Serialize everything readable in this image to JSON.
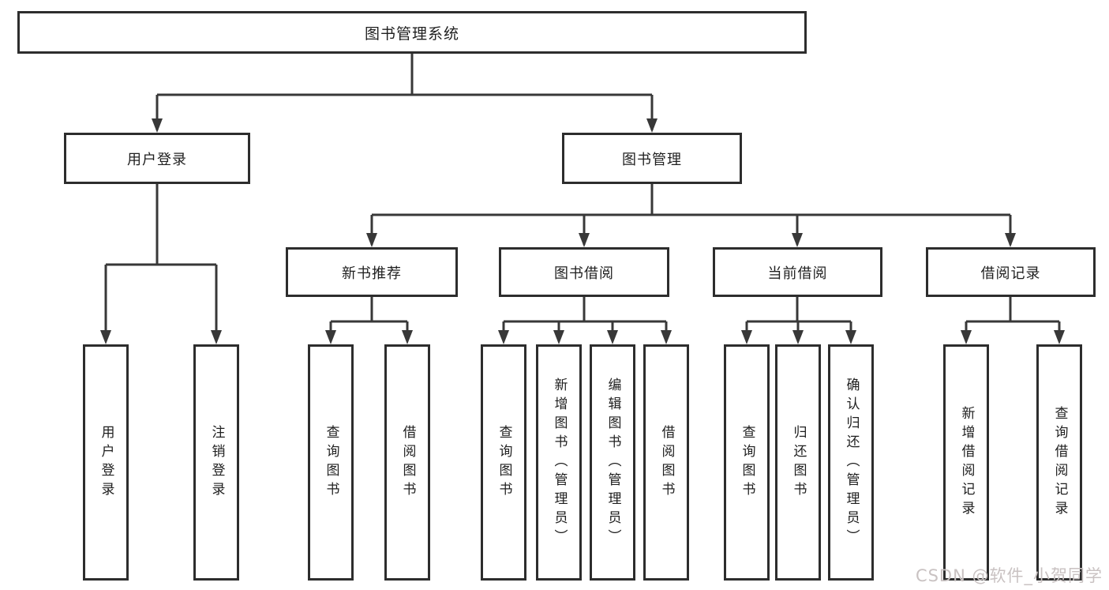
{
  "diagram_type": "functional-structure-hierarchy",
  "colors": {
    "background": "#ffffff",
    "box_border": "#2d2d2d",
    "connector": "#383838",
    "text": "#1f1f1f",
    "watermark": "#c9c2c2"
  },
  "tree": {
    "label": "图书管理系统",
    "children": [
      {
        "label": "用户登录",
        "children": [
          {
            "label": "用户登录"
          },
          {
            "label": "注销登录"
          }
        ]
      },
      {
        "label": "图书管理",
        "children": [
          {
            "label": "新书推荐",
            "children": [
              {
                "label": "查询图书"
              },
              {
                "label": "借阅图书"
              }
            ]
          },
          {
            "label": "图书借阅",
            "children": [
              {
                "label": "查询图书"
              },
              {
                "label": "新增图书（管理员）"
              },
              {
                "label": "编辑图书（管理员）"
              },
              {
                "label": "借阅图书"
              }
            ]
          },
          {
            "label": "当前借阅",
            "children": [
              {
                "label": "查询图书"
              },
              {
                "label": "归还图书"
              },
              {
                "label": "确认归还（管理员）"
              }
            ]
          },
          {
            "label": "借阅记录",
            "children": [
              {
                "label": "新增借阅记录"
              },
              {
                "label": "查询借阅记录"
              }
            ]
          }
        ]
      }
    ]
  },
  "watermark": {
    "text": "CSDN @软件_小贺同学"
  }
}
